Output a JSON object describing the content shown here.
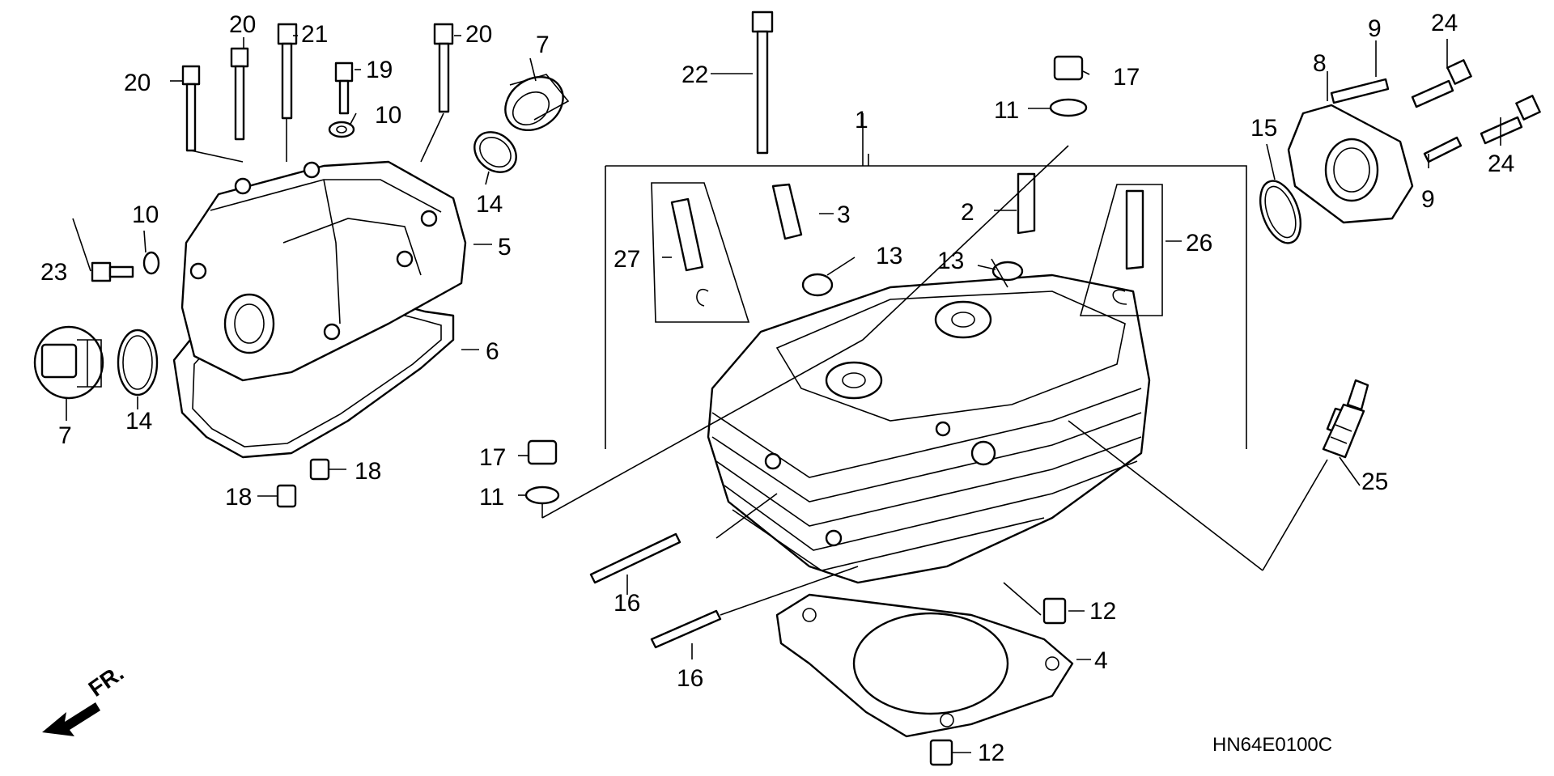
{
  "diagram": {
    "code": "HN64E0100C",
    "front_label": "FR.",
    "callouts": {
      "c1": "1",
      "c2": "2",
      "c3": "3",
      "c4": "4",
      "c5": "5",
      "c6": "6",
      "c7a": "7",
      "c7b": "7",
      "c8": "8",
      "c9a": "9",
      "c9b": "9",
      "c10a": "10",
      "c10b": "10",
      "c11a": "11",
      "c11b": "11",
      "c12a": "12",
      "c12b": "12",
      "c13a": "13",
      "c13b": "13",
      "c14a": "14",
      "c14b": "14",
      "c15": "15",
      "c16a": "16",
      "c16b": "16",
      "c17a": "17",
      "c17b": "17",
      "c18a": "18",
      "c18b": "18",
      "c19": "19",
      "c20a": "20",
      "c20b": "20",
      "c20c": "20",
      "c21": "21",
      "c22": "22",
      "c23": "23",
      "c24a": "24",
      "c24b": "24",
      "c25": "25",
      "c26": "26",
      "c27": "27"
    }
  }
}
